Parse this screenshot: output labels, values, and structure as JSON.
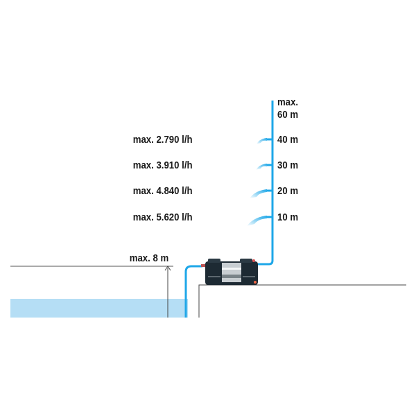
{
  "diagram": {
    "max_head": {
      "line1": "max.",
      "line2": "60 m"
    },
    "levels": [
      {
        "height": "40 m",
        "flow": "max. 2.790 l/h"
      },
      {
        "height": "30 m",
        "flow": "max. 3.910 l/h"
      },
      {
        "height": "20 m",
        "flow": "max. 4.840 l/h"
      },
      {
        "height": "10 m",
        "flow": "max. 5.620 l/h"
      }
    ],
    "suction_height": "max. 8 m",
    "colors": {
      "pipe": "#1ea7e8",
      "water": "#b5def5",
      "line": "#444444"
    }
  }
}
